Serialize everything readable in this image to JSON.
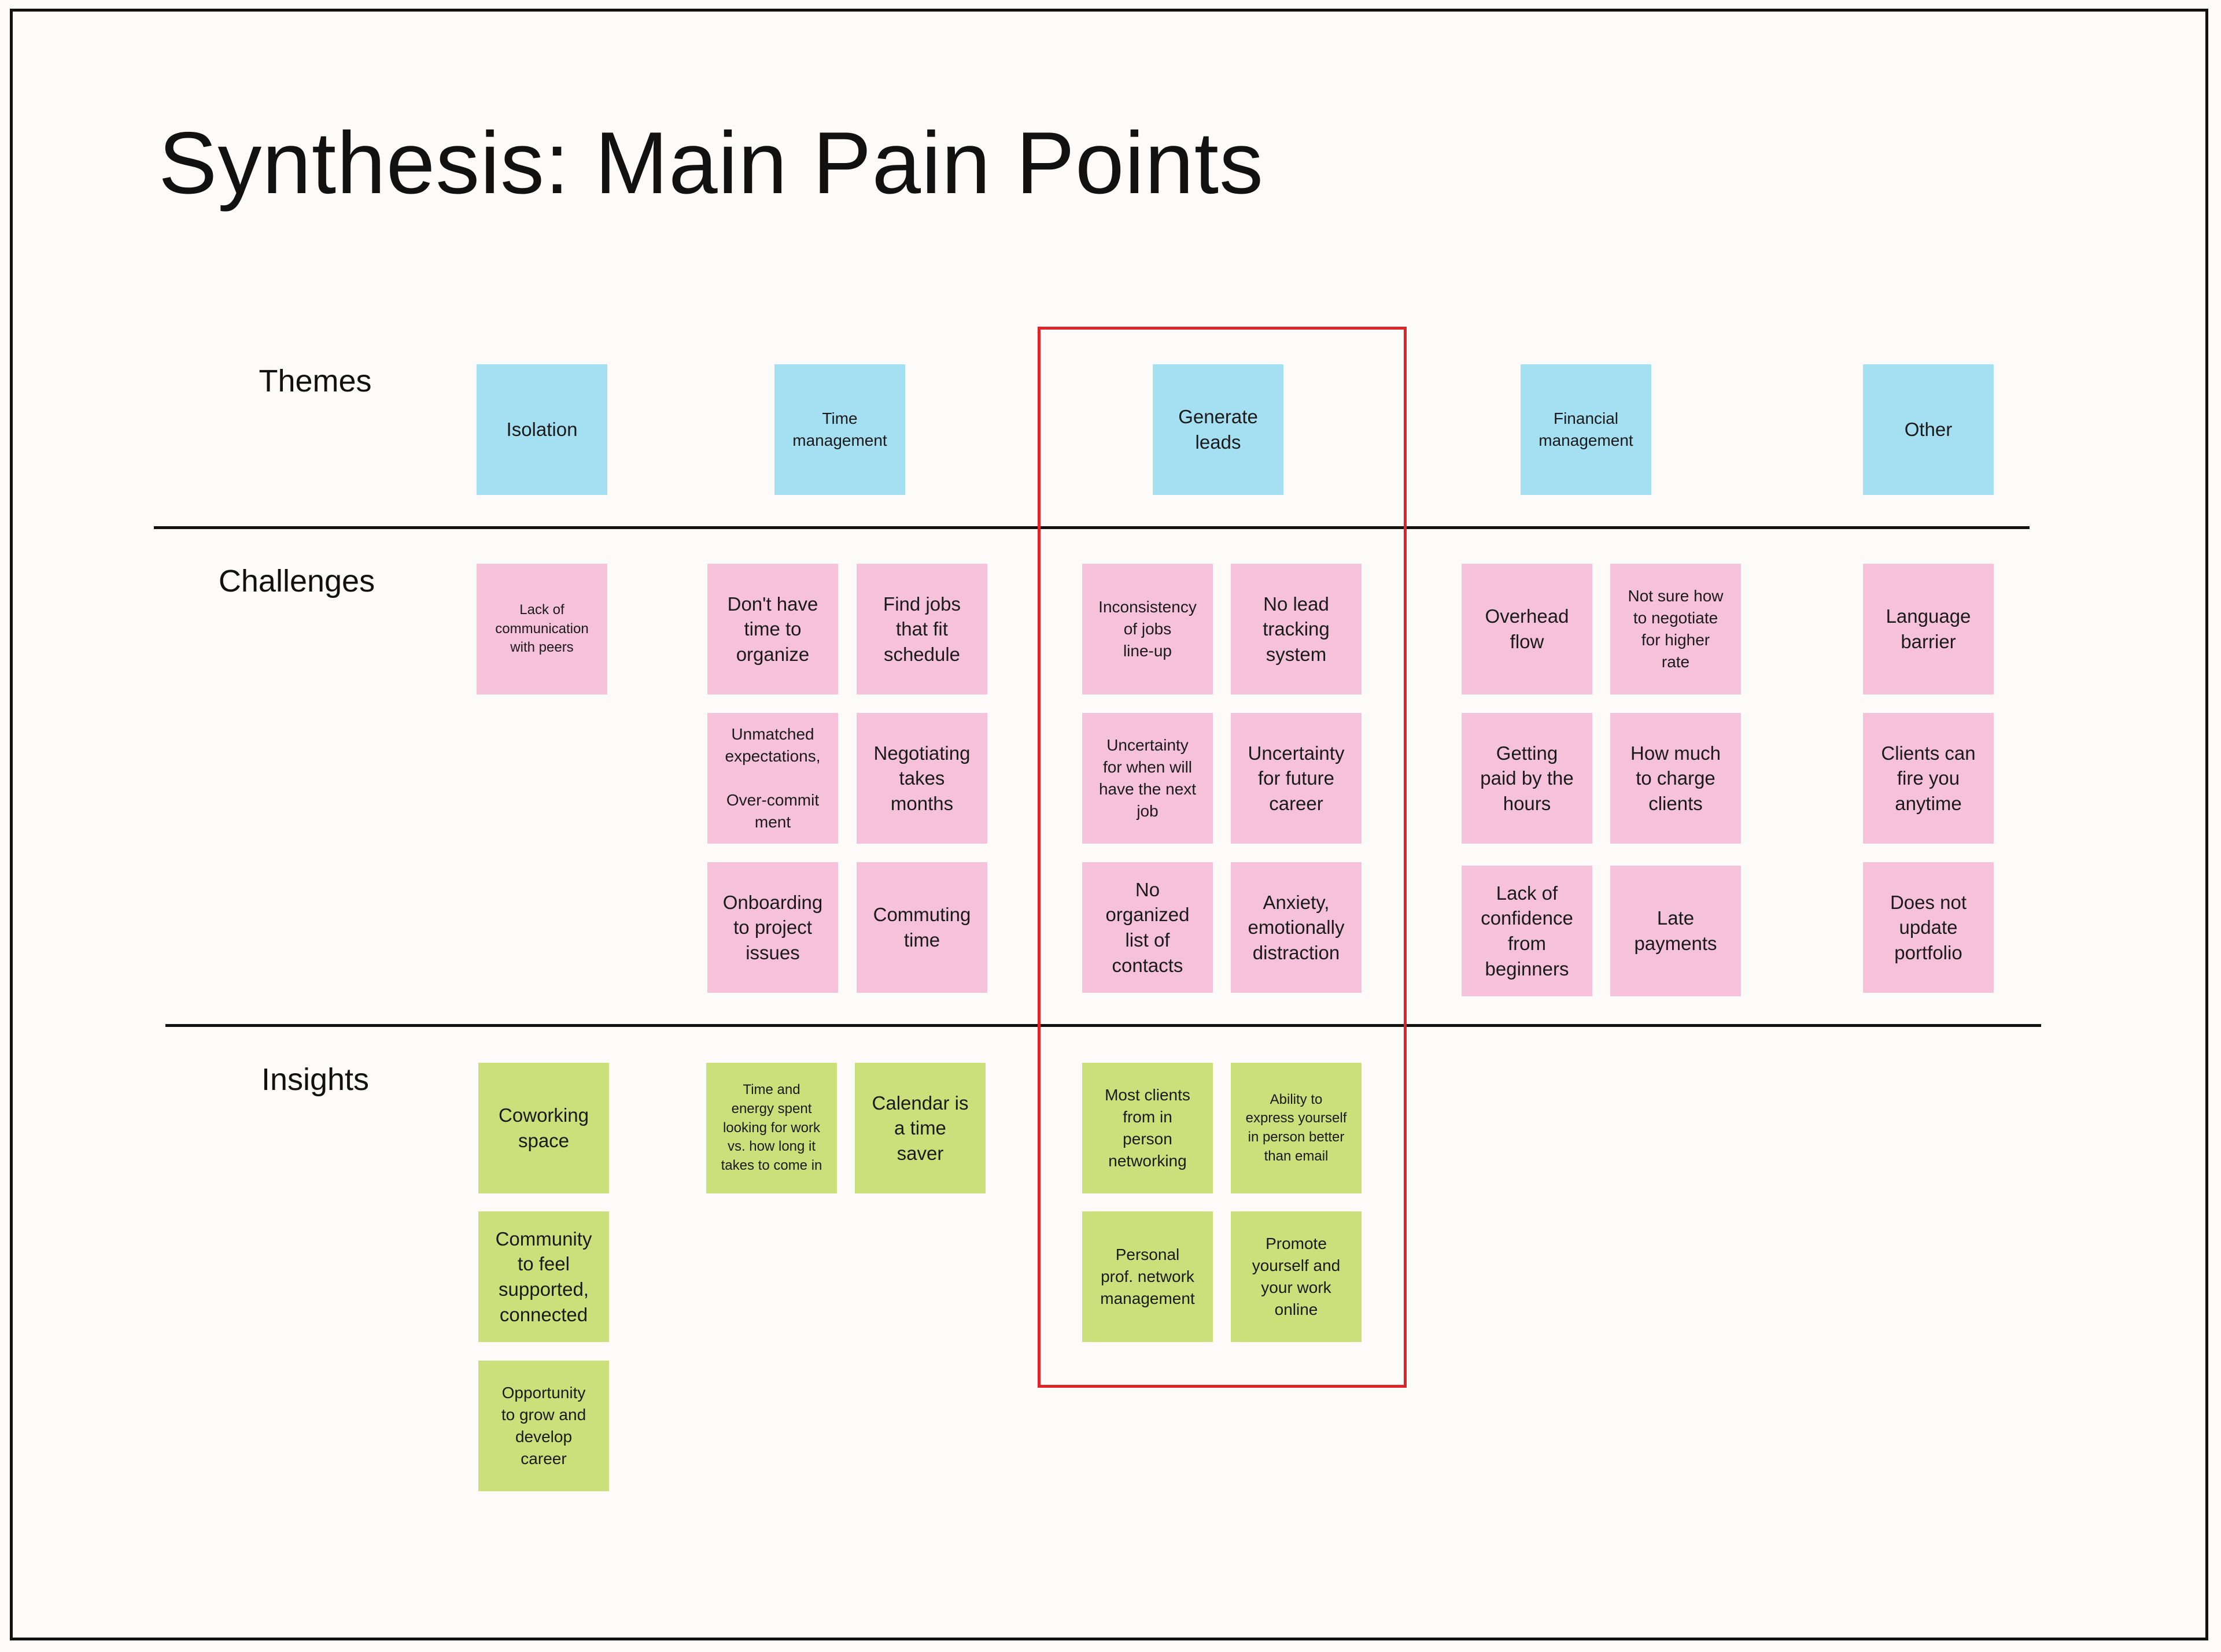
{
  "title": "Synthesis: Main Pain Points",
  "colors": {
    "theme_note": "#a5dff2",
    "challenge_note": "#f6c2da",
    "insight_note": "#cbdf7a",
    "highlight_border": "#e0252a"
  },
  "rows": {
    "themes": "Themes",
    "challenges": "Challenges",
    "insights": "Insights"
  },
  "themes": {
    "isolation": "Isolation",
    "time_management": "Time\nmanagement",
    "generate_leads": "Generate\nleads",
    "financial_management": "Financial\nmanagement",
    "other": "Other"
  },
  "challenges": {
    "isolation": [
      "Lack of\ncommunication\nwith peers"
    ],
    "time_management": [
      "Don't have\ntime to\norganize",
      "Find jobs\nthat fit\nschedule",
      "Unmatched\nexpectations,\n\nOver-commit\nment",
      "Negotiating\ntakes\nmonths",
      "Onboarding\nto project\nissues",
      "Commuting\ntime"
    ],
    "generate_leads": [
      "Inconsistency\nof jobs\nline-up",
      "No lead\ntracking\nsystem",
      "Uncertainty\nfor when will\nhave the next\njob",
      "Uncertainty\nfor future\ncareer",
      "No\norganized\nlist of\ncontacts",
      "Anxiety,\nemotionally\ndistraction"
    ],
    "financial_management": [
      "Overhead\nflow",
      "Not sure how\nto negotiate\nfor higher\nrate",
      "Getting\npaid by the\nhours",
      "How much\nto charge\nclients",
      "Lack of\nconfidence\nfrom\nbeginners",
      "Late\npayments"
    ],
    "other": [
      "Language\nbarrier",
      "Clients can\nfire you\nanytime",
      "Does not\nupdate\nportfolio"
    ]
  },
  "insights": {
    "isolation": [
      "Coworking\nspace",
      "Community\nto feel\nsupported,\nconnected",
      "Opportunity\nto grow and\ndevelop\ncareer"
    ],
    "time_management": [
      "Time and\nenergy spent\nlooking for work\nvs. how long it\ntakes to come in",
      "Calendar is\na time\nsaver"
    ],
    "generate_leads": [
      "Most clients\nfrom in\nperson\nnetworking",
      "Ability to\nexpress yourself\nin person better\nthan email",
      "Personal\nprof. network\nmanagement",
      "Promote\nyourself and\nyour work\nonline"
    ]
  }
}
